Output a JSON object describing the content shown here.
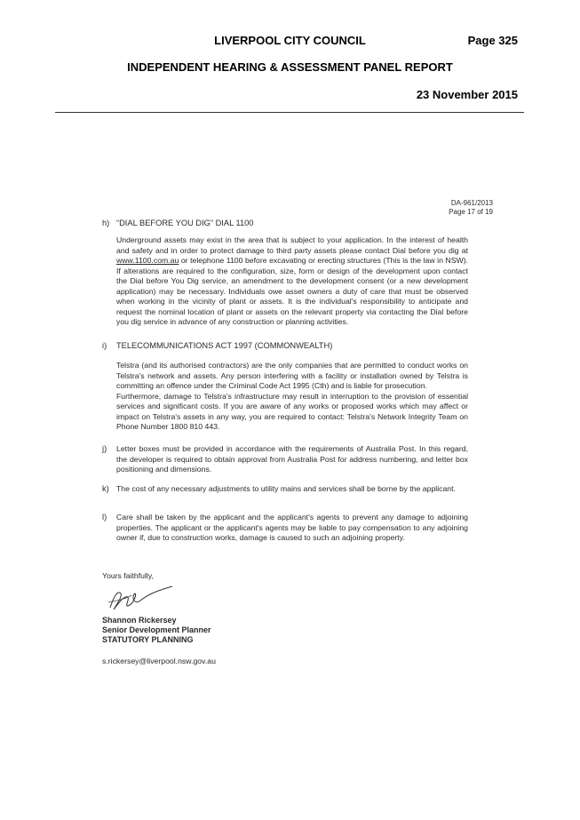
{
  "header": {
    "council": "LIVERPOOL CITY COUNCIL",
    "page": "Page 325",
    "report_title": "INDEPENDENT HEARING & ASSESSMENT PANEL REPORT",
    "date": "23 November 2015"
  },
  "letter": {
    "ref_number": "DA-961/2013",
    "ref_page": "Page 17 of 19",
    "sections": {
      "h": {
        "letter": "h)",
        "title": "“DIAL BEFORE YOU DIG” DIAL 1100",
        "text_before_link": "Underground assets may exist in the area that is subject to your application. In the interest of health and safety and in order to protect damage to third party assets please contact Dial before you dig at ",
        "link": "www.1100.com.au",
        "text_after_link": " or telephone 1100 before excavating or erecting structures (This is the law in NSW). If alterations are required to the configuration, size, form or design of the development upon contact the Dial before You Dig service, an amendment to the development consent (or a new development application) may be necessary. Individuals owe asset owners a duty of care that must be observed when working in the vicinity of plant or assets. It is the individual's responsibility to anticipate and request the nominal location of plant or assets on the relevant property via contacting the Dial before you dig service in advance of any construction or planning activities."
      },
      "i": {
        "letter": "i)",
        "title": "TELECOMMUNICATIONS ACT 1997 (COMMONWEALTH)",
        "para1": "Telstra (and its authorised contractors) are the only companies that are permitted to conduct works on Telstra's network and assets. Any person interfering with a facility or installation owned by Telstra is committing an offence under the Criminal Code Act 1995 (Cth) and is liable for prosecution.",
        "para2": "Furthermore, damage to Telstra's infrastructure may result in interruption to the provision of essential services and significant costs. If you are aware of any works or proposed works which may affect or impact on Telstra's assets in any way, you are required to contact: Telstra's Network Integrity Team on Phone Number 1800 810 443."
      },
      "j": {
        "letter": "j)",
        "text": "Letter boxes must be provided in accordance with the requirements of Australia Post. In this regard, the developer is required to obtain approval from Australia Post for address numbering, and letter box positioning and dimensions."
      },
      "k": {
        "letter": "k)",
        "text": "The cost of any necessary adjustments to utility mains and services shall be borne by the applicant."
      },
      "l": {
        "letter": "l)",
        "text": "Care shall be taken by the applicant and the applicant's agents to prevent any damage to adjoining properties. The applicant or the applicant's agents may be liable to pay compensation to any adjoining owner if, due to construction works, damage is caused to such an adjoining property."
      }
    },
    "sign_off": "Yours faithfully,",
    "signatory": {
      "name": "Shannon Rickersey",
      "role": "Senior Development Planner",
      "department": "STATUTORY PLANNING",
      "email": "s.rickersey@liverpool.nsw.gov.au"
    }
  }
}
